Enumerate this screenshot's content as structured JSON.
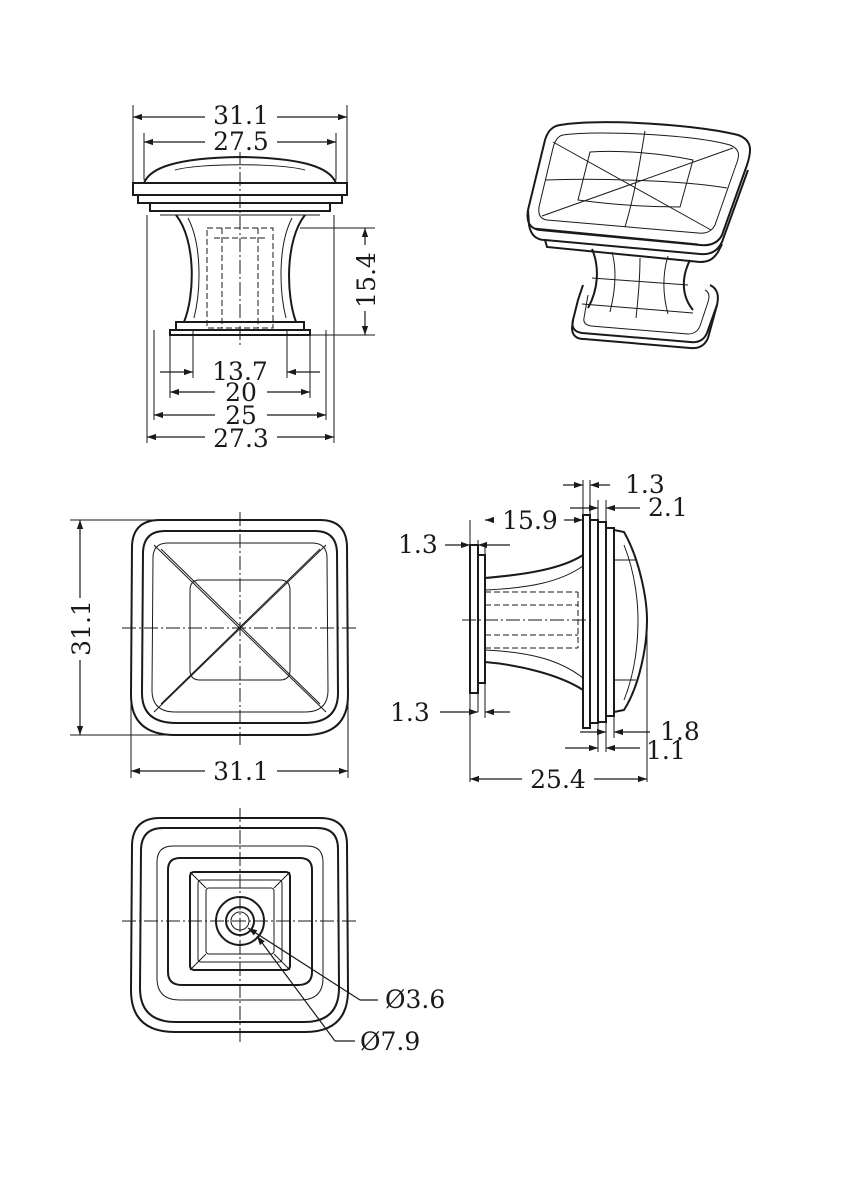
{
  "dimensions": {
    "front_overall_width": "31.1",
    "front_cap_width": "27.5",
    "front_stem_height": "15.4",
    "front_stem_width": "13.7",
    "front_base_width": "20",
    "front_foot_width": "25",
    "front_overall_base": "27.3",
    "top_height": "31.1",
    "top_width": "31.1",
    "side_top_step": "1.3",
    "side_cap_step": "2.1",
    "side_stem_length": "15.9",
    "side_base_top": "1.3",
    "side_base_bottom": "1.3",
    "side_cap_edge": "1.8",
    "side_cap_edge2": "1.1",
    "side_overall_depth": "25.4",
    "hole_small_dia": "Ø3.6",
    "hole_large_dia": "Ø7.9"
  }
}
